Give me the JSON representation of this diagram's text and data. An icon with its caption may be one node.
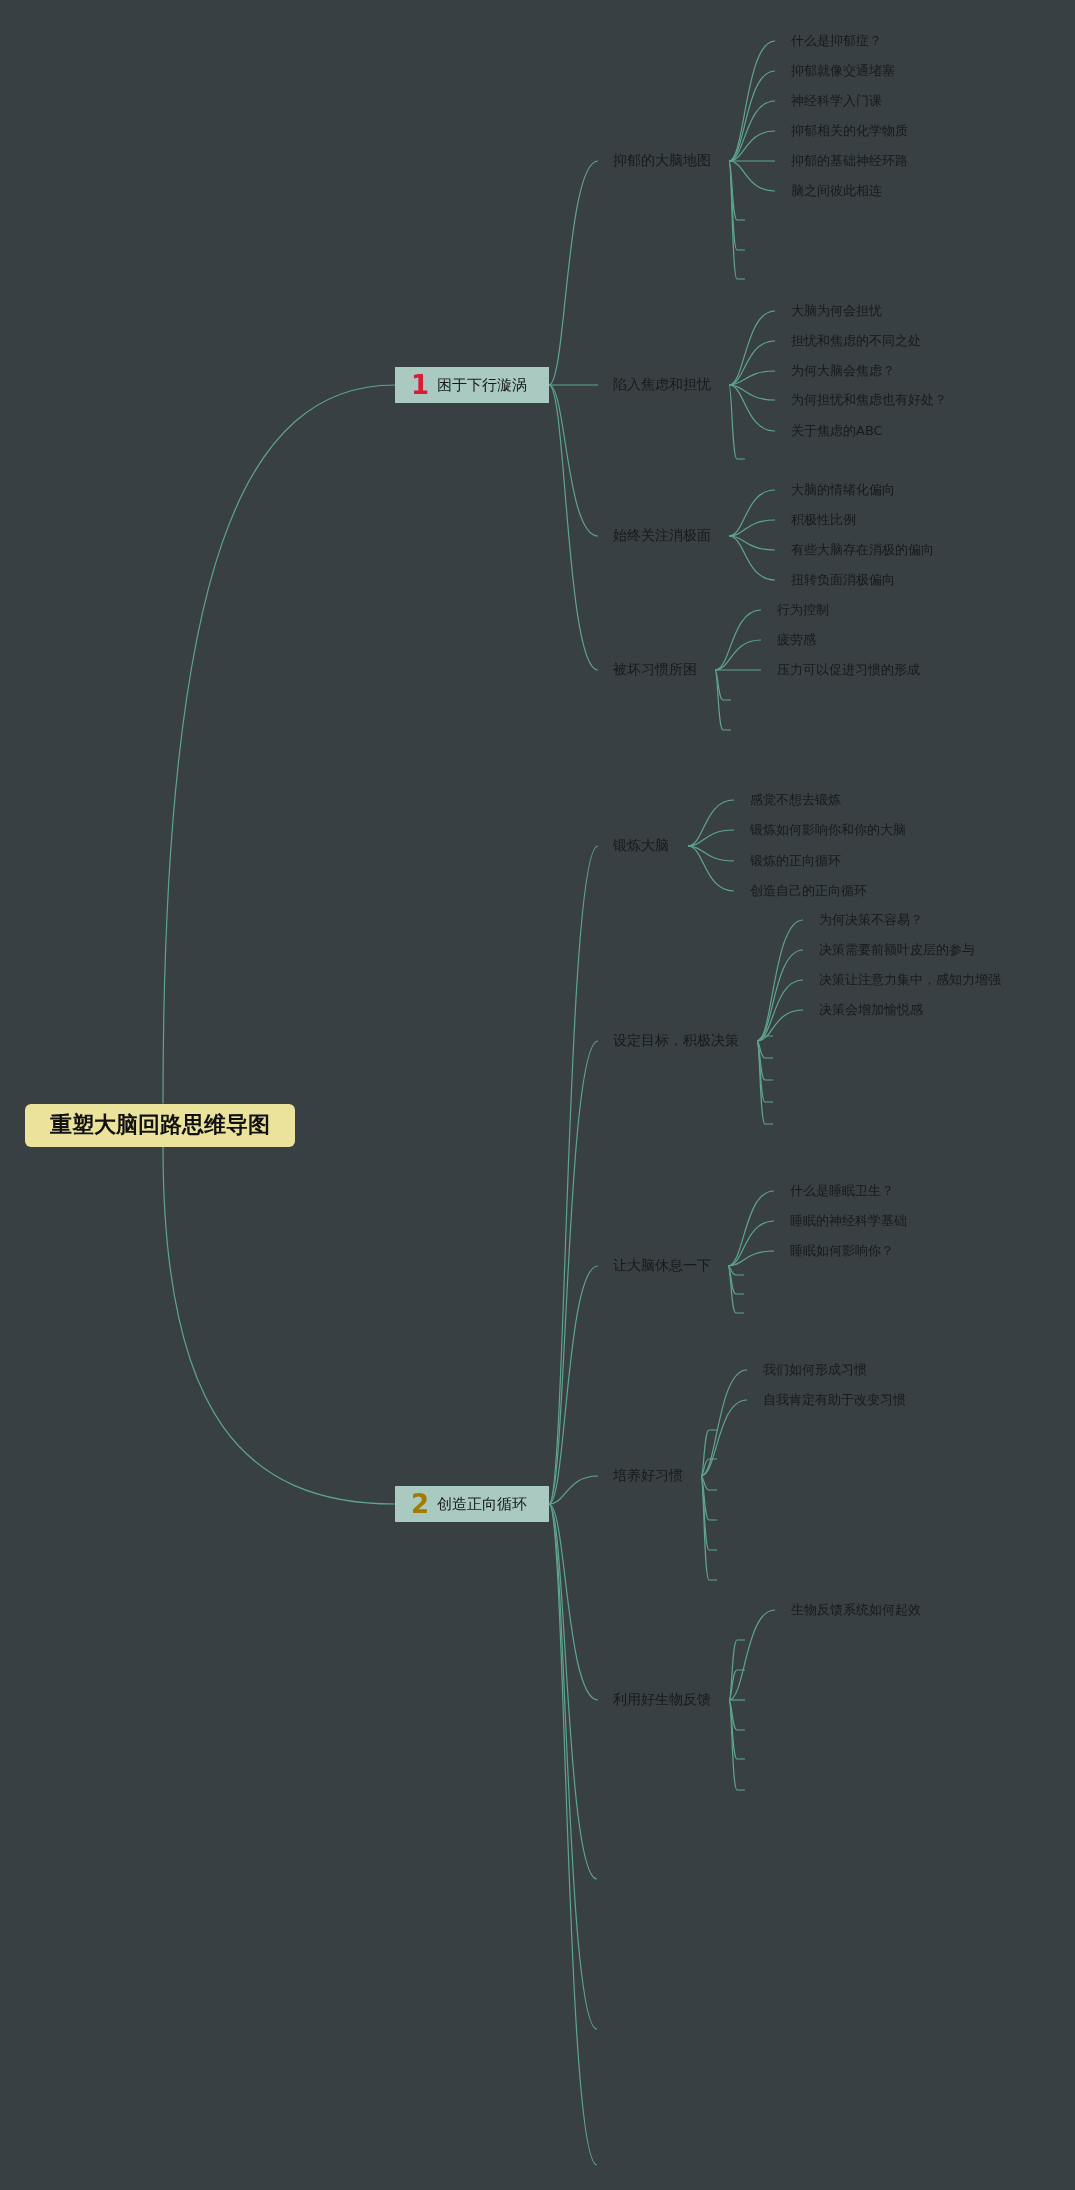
{
  "diagram": {
    "nodes": [
      {
        "text": [
          "重塑大脑回路思维导图"
        ]
      },
      {
        "text": [
          "1",
          "困于下行漩涡"
        ]
      },
      {
        "text": [
          "抑郁的大脑地图"
        ]
      },
      {
        "text": [
          "什么是抑郁症？"
        ]
      },
      {
        "text": [
          "抑郁就像交通堵塞"
        ]
      },
      {
        "text": [
          "神经科学入门课"
        ]
      },
      {
        "text": [
          "抑郁相关的化学物质"
        ]
      },
      {
        "text": [
          "抑郁的基础神经环路"
        ]
      },
      {
        "text": [
          "脑之间彼此相连"
        ]
      },
      {
        "text": [
          "陷入焦虑和担忧"
        ]
      },
      {
        "text": [
          "大脑为何会担忧"
        ]
      },
      {
        "text": [
          "担忧和焦虑的不同之处"
        ]
      },
      {
        "text": [
          "为何大脑会焦虑？"
        ]
      },
      {
        "text": [
          "为何担忧和焦虑也有好处？"
        ]
      },
      {
        "text": [
          "关于焦虑的ABC"
        ]
      },
      {
        "text": [
          "始终关注消极面"
        ]
      },
      {
        "text": [
          "大脑的情绪化偏向"
        ]
      },
      {
        "text": [
          "积极性比例"
        ]
      },
      {
        "text": [
          "有些大脑存在消极的偏向"
        ]
      },
      {
        "text": [
          "扭转负面消极偏向"
        ]
      },
      {
        "text": [
          "被坏习惯所困"
        ]
      },
      {
        "text": [
          "行为控制"
        ]
      },
      {
        "text": [
          "疲劳感"
        ]
      },
      {
        "text": [
          "压力可以促进习惯的形成"
        ]
      },
      {
        "text": [
          "2",
          "创造正向循环"
        ]
      },
      {
        "text": [
          "锻炼大脑"
        ]
      },
      {
        "text": [
          "感觉不想去锻炼"
        ]
      },
      {
        "text": [
          "锻炼如何影响你和你的大脑"
        ]
      },
      {
        "text": [
          "锻炼的正向循环"
        ]
      },
      {
        "text": [
          "创造自己的正向循环"
        ]
      },
      {
        "text": [
          "设定目标，积极决策"
        ]
      },
      {
        "text": [
          "为何决策不容易？"
        ]
      },
      {
        "text": [
          "决策需要前额叶皮层的参与"
        ]
      },
      {
        "text": [
          "决策让注意力集中，感知力增强"
        ]
      },
      {
        "text": [
          "决策会增加愉悦感"
        ]
      },
      {
        "text": [
          "让大脑休息一下"
        ]
      },
      {
        "text": [
          "什么是睡眠卫生？"
        ]
      },
      {
        "text": [
          "睡眠的神经科学基础"
        ]
      },
      {
        "text": [
          "睡眠如何影响你？"
        ]
      },
      {
        "text": [
          "培养好习惯"
        ]
      },
      {
        "text": [
          "我们如何形成习惯"
        ]
      },
      {
        "text": [
          "自我肯定有助于改变习惯"
        ]
      },
      {
        "text": [
          "利用好生物反馈"
        ]
      },
      {
        "text": [
          "生物反馈系统如何起效"
        ]
      }
    ],
    "edges": [
      {
        "from": 0,
        "to": 1,
        "arrow": "none"
      },
      {
        "from": 1,
        "to": 2,
        "arrow": "none"
      },
      {
        "from": 2,
        "to": 3,
        "arrow": "none"
      },
      {
        "from": 2,
        "to": 4,
        "arrow": "none"
      },
      {
        "from": 2,
        "to": 5,
        "arrow": "none"
      },
      {
        "from": 2,
        "to": 6,
        "arrow": "none"
      },
      {
        "from": 2,
        "to": 7,
        "arrow": "none"
      },
      {
        "from": 2,
        "to": 8,
        "arrow": "none"
      },
      {
        "from": 2,
        "to": null,
        "arrow": "none"
      },
      {
        "from": 2,
        "to": null,
        "arrow": "none"
      },
      {
        "from": 2,
        "to": null,
        "arrow": "none"
      },
      {
        "from": 1,
        "to": 9,
        "arrow": "none"
      },
      {
        "from": 9,
        "to": 10,
        "arrow": "none"
      },
      {
        "from": 9,
        "to": 11,
        "arrow": "none"
      },
      {
        "from": 9,
        "to": 12,
        "arrow": "none"
      },
      {
        "from": 9,
        "to": 13,
        "arrow": "none"
      },
      {
        "from": 9,
        "to": 14,
        "arrow": "none"
      },
      {
        "from": 9,
        "to": null,
        "arrow": "none"
      },
      {
        "from": 1,
        "to": 15,
        "arrow": "none"
      },
      {
        "from": 15,
        "to": 16,
        "arrow": "none"
      },
      {
        "from": 15,
        "to": 17,
        "arrow": "none"
      },
      {
        "from": 15,
        "to": 18,
        "arrow": "none"
      },
      {
        "from": 15,
        "to": 19,
        "arrow": "none"
      },
      {
        "from": 1,
        "to": 20,
        "arrow": "none"
      },
      {
        "from": 20,
        "to": 21,
        "arrow": "none"
      },
      {
        "from": 20,
        "to": 22,
        "arrow": "none"
      },
      {
        "from": 20,
        "to": 23,
        "arrow": "none"
      },
      {
        "from": 20,
        "to": null,
        "arrow": "none"
      },
      {
        "from": 20,
        "to": null,
        "arrow": "none"
      },
      {
        "from": 0,
        "to": 24,
        "arrow": "none"
      },
      {
        "from": 24,
        "to": 25,
        "arrow": "none"
      },
      {
        "from": 25,
        "to": 26,
        "arrow": "none"
      },
      {
        "from": 25,
        "to": 27,
        "arrow": "none"
      },
      {
        "from": 25,
        "to": 28,
        "arrow": "none"
      },
      {
        "from": 25,
        "to": 29,
        "arrow": "none"
      },
      {
        "from": 24,
        "to": 30,
        "arrow": "none"
      },
      {
        "from": 30,
        "to": 31,
        "arrow": "none"
      },
      {
        "from": 30,
        "to": 32,
        "arrow": "none"
      },
      {
        "from": 30,
        "to": 33,
        "arrow": "none"
      },
      {
        "from": 30,
        "to": 34,
        "arrow": "none"
      },
      {
        "from": 30,
        "to": null,
        "arrow": "none"
      },
      {
        "from": 30,
        "to": null,
        "arrow": "none"
      },
      {
        "from": 30,
        "to": null,
        "arrow": "none"
      },
      {
        "from": 30,
        "to": null,
        "arrow": "none"
      },
      {
        "from": 30,
        "to": null,
        "arrow": "none"
      },
      {
        "from": 24,
        "to": 35,
        "arrow": "none"
      },
      {
        "from": 35,
        "to": 36,
        "arrow": "none"
      },
      {
        "from": 35,
        "to": 37,
        "arrow": "none"
      },
      {
        "from": 35,
        "to": 38,
        "arrow": "none"
      },
      {
        "from": 35,
        "to": null,
        "arrow": "none"
      },
      {
        "from": 35,
        "to": null,
        "arrow": "none"
      },
      {
        "from": 35,
        "to": null,
        "arrow": "none"
      },
      {
        "from": 24,
        "to": 39,
        "arrow": "none"
      },
      {
        "from": 39,
        "to": 40,
        "arrow": "none"
      },
      {
        "from": 39,
        "to": 41,
        "arrow": "none"
      },
      {
        "from": 39,
        "to": null,
        "arrow": "none"
      },
      {
        "from": 39,
        "to": null,
        "arrow": "none"
      },
      {
        "from": 39,
        "to": null,
        "arrow": "none"
      },
      {
        "from": 39,
        "to": null,
        "arrow": "none"
      },
      {
        "from": 39,
        "to": null,
        "arrow": "none"
      },
      {
        "from": 39,
        "to": null,
        "arrow": "none"
      },
      {
        "from": 24,
        "to": 42,
        "arrow": "none"
      },
      {
        "from": 42,
        "to": 43,
        "arrow": "none"
      },
      {
        "from": 42,
        "to": null,
        "arrow": "none"
      },
      {
        "from": 42,
        "to": null,
        "arrow": "none"
      },
      {
        "from": 42,
        "to": null,
        "arrow": "none"
      },
      {
        "from": 42,
        "to": null,
        "arrow": "none"
      },
      {
        "from": 42,
        "to": null,
        "arrow": "none"
      },
      {
        "from": 42,
        "to": null,
        "arrow": "none"
      },
      {
        "from": 24,
        "to": null,
        "arrow": "none"
      },
      {
        "from": 24,
        "to": null,
        "arrow": "none"
      },
      {
        "from": 24,
        "to": null,
        "arrow": "none"
      }
    ]
  }
}
